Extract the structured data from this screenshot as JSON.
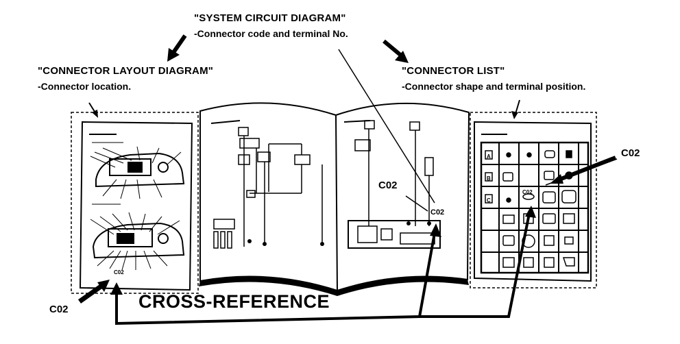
{
  "system_circuit": {
    "title": "\"SYSTEM CIRCUIT DIAGRAM\"",
    "subtitle": "-Connector code and terminal No."
  },
  "connector_layout": {
    "title": "\"CONNECTOR  LAYOUT DIAGRAM\"",
    "subtitle": "-Connector location."
  },
  "connector_list": {
    "title": "\"CONNECTOR LIST\"",
    "subtitle": "-Connector shape and terminal position."
  },
  "cross_reference": "CROSS-REFERENCE",
  "connector_code": "C02",
  "grid_row_labels": [
    "A",
    "B",
    "C"
  ],
  "colors": {
    "ink": "#000000",
    "paper": "#ffffff"
  }
}
